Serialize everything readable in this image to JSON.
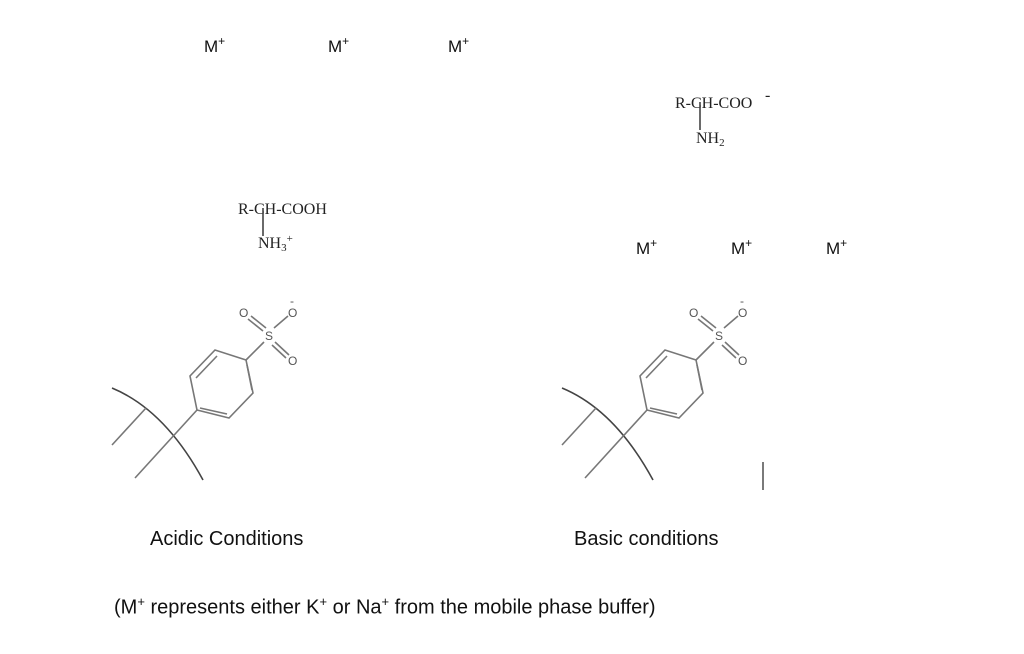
{
  "ion": {
    "symbol": "M",
    "charge": "+"
  },
  "acidic": {
    "amino_acid": {
      "main": "R-CH-COOH",
      "amine": "NH",
      "amine_sub": "3",
      "amine_charge": "+"
    },
    "label": "Acidic Conditions"
  },
  "basic": {
    "amino_acid": {
      "main": "R-CH-COO",
      "charge": "-",
      "amine": "NH",
      "amine_sub": "2"
    },
    "label": "Basic conditions"
  },
  "sulfonate": {
    "sulfur": "S",
    "oxygen": "O",
    "minus": "-"
  },
  "footnote": {
    "p1": "(M",
    "sup1": "+",
    "p2": " represents either K",
    "sup2": "+",
    "p3": " or Na",
    "sup3": "+",
    "p4": " from the mobile phase buffer)"
  }
}
